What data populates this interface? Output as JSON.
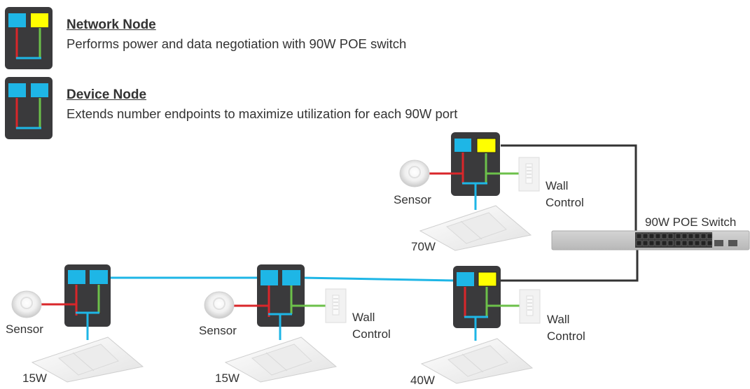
{
  "legend": [
    {
      "title": "Network Node",
      "description": "Performs power and data negotiation with 90W POE switch",
      "type": "network"
    },
    {
      "title": "Device Node",
      "description": "Extends number endpoints to maximize utilization for each 90W port",
      "type": "device"
    }
  ],
  "colors": {
    "node_body": "#3a3a3c",
    "cyan_port": "#1eb6e6",
    "yellow_port": "#ffff00",
    "red_line": "#d9262a",
    "green_line": "#6cc04a",
    "black_cable": "#333333",
    "switch_gray": "#c4c4c4"
  },
  "switch": {
    "label": "90W POE Switch"
  },
  "nodes": [
    {
      "id": "top",
      "type": "network",
      "sensor_label": "Sensor",
      "wall_label_1": "Wall",
      "wall_label_2": "Control",
      "fixture_watts": "70W"
    },
    {
      "id": "bottom-left",
      "type": "device",
      "sensor_label": "Sensor",
      "fixture_watts": "15W"
    },
    {
      "id": "bottom-middle",
      "type": "device",
      "sensor_label": "Sensor",
      "wall_label_1": "Wall",
      "wall_label_2": "Control",
      "fixture_watts": "15W"
    },
    {
      "id": "bottom-right",
      "type": "network",
      "wall_label_1": "Wall",
      "wall_label_2": "Control",
      "fixture_watts": "40W"
    }
  ]
}
